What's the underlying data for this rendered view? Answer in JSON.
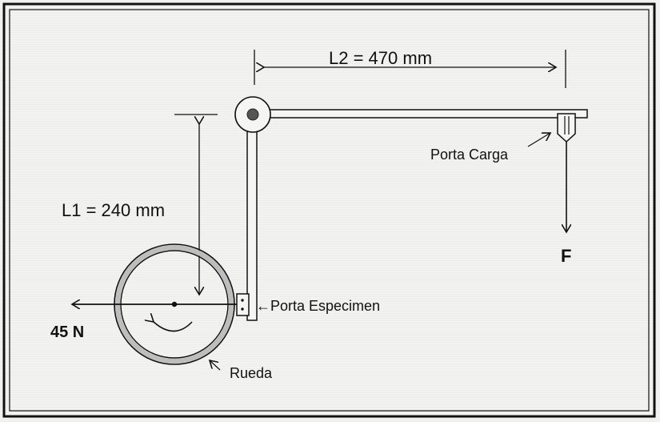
{
  "labels": {
    "l2": "L2 = 470 mm",
    "l1": "L1 = 240 mm",
    "porta_carga": "Porta Carga",
    "force": "F",
    "porta_especimen": "←Porta Especimen",
    "load": "45  N",
    "rueda": "Rueda"
  }
}
